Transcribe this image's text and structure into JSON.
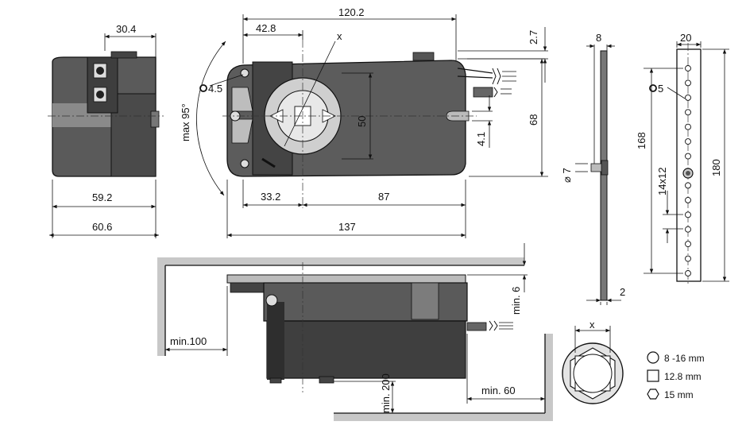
{
  "dimensions": {
    "d_30_4": "30.4",
    "d_59_2": "59.2",
    "d_60_6": "60.6",
    "d_120_2": "120.2",
    "d_42_8": "42.8",
    "d_x_top": "x",
    "d_2_7": "2.7",
    "d_max95": "max 95°",
    "d_4_5": "4.5",
    "d_50": "50",
    "d_68": "68",
    "d_4_1": "4.1",
    "d_33_2": "33.2",
    "d_87": "87",
    "d_137": "137",
    "d_8": "8",
    "d_phi7": "⌀ 7",
    "d_2": "2",
    "d_20": "20",
    "d_5": "5",
    "d_168": "168",
    "d_14x12": "14x12",
    "d_180": "180",
    "d_min6": "min. 6",
    "d_min100": "min.100",
    "d_min200": "min. 200",
    "d_min60": "min. 60",
    "d_x_shaft": "x"
  },
  "legend": [
    {
      "symbol": "circle-icon",
      "label": "8 -16 mm"
    },
    {
      "symbol": "square-icon",
      "label": "12.8 mm"
    },
    {
      "symbol": "hexagon-icon",
      "label": "15 mm"
    }
  ]
}
